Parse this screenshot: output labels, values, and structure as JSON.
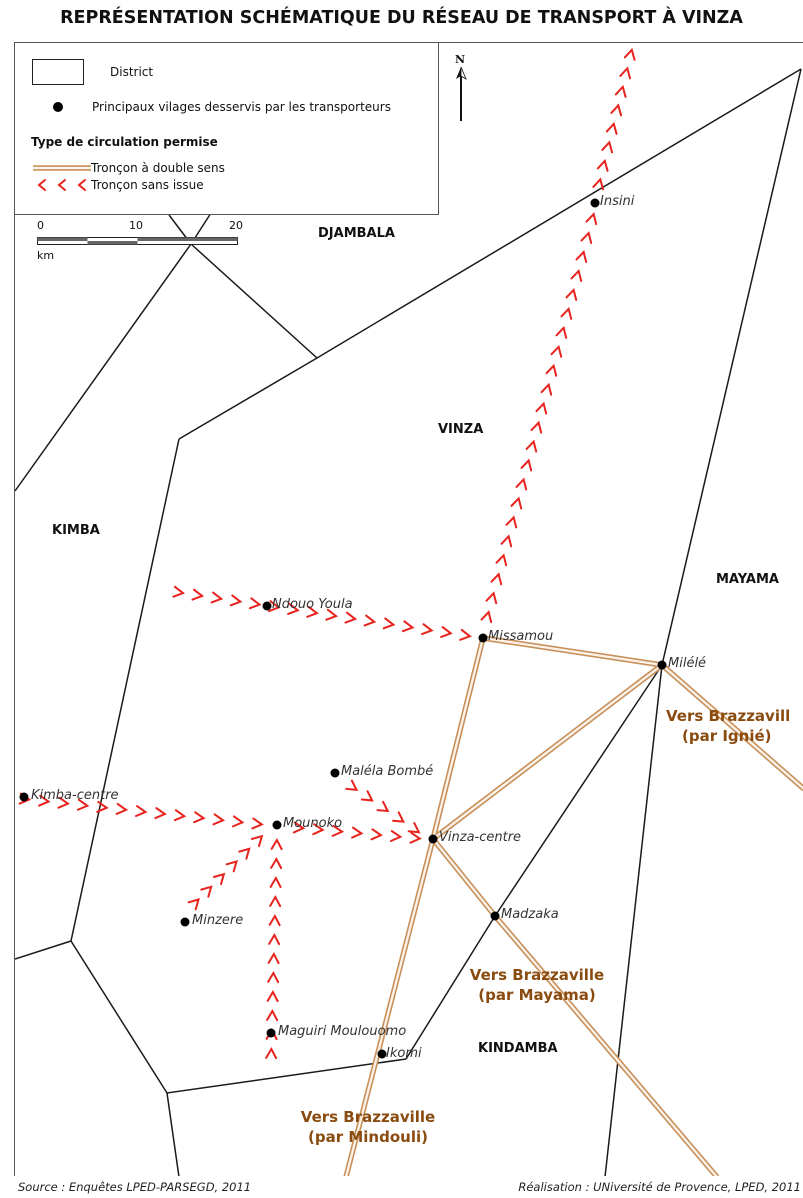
{
  "title": "REPRÉSENTATION SCHÉMATIQUE DU RÉSEAU DE TRANSPORT À VINZA",
  "legend": {
    "district": "District",
    "villages": "Principaux vilages desservis par les transporteurs",
    "circulation_title": "Type de circulation permise",
    "double_sens": "Tronçon à double sens",
    "sans_issue": "Tronçon sans issue"
  },
  "scale": {
    "t0": "0",
    "t1": "10",
    "t2": "20",
    "unit": "km"
  },
  "north": "N",
  "districts": {
    "djambala": "DJAMBALA",
    "vinza": "VINZA",
    "kimba": "KIMBA",
    "mayama": "MAYAMA",
    "kindamba": "KINDAMBA"
  },
  "villages": {
    "insini": "Insini",
    "ndouo_youla": "Ndouo Youla",
    "missamou": "Missamou",
    "milele": "Milélé",
    "malela_bombe": "Maléla Bombé",
    "kimba_centre": "Kimba-centre",
    "mounoko": "Mounoko",
    "vinza_centre": "Vinza-centre",
    "madzaka": "Madzaka",
    "minzere": "Minzere",
    "maguiri": "Maguiri Moulouomo",
    "ikomi": "Ikomi"
  },
  "destinations": {
    "ignie": {
      "line1": "Vers Brazzavill",
      "line2": "(par Ignié)"
    },
    "mayama": {
      "line1": "Vers Brazzaville",
      "line2": "(par Mayama)"
    },
    "mindouli": {
      "line1": "Vers Brazzaville",
      "line2": "(par Mindouli)"
    }
  },
  "footer": {
    "source": "Source : Enquêtes LPED-PARSEGD, 2011",
    "credit": "Réalisation : UNiversité de Provence, LPED, 2011"
  },
  "colors": {
    "road_outline": "#c8905a",
    "road_fill": "#fbf3ea",
    "deadend": "#e8231e",
    "destination": "#8a4b0f"
  }
}
